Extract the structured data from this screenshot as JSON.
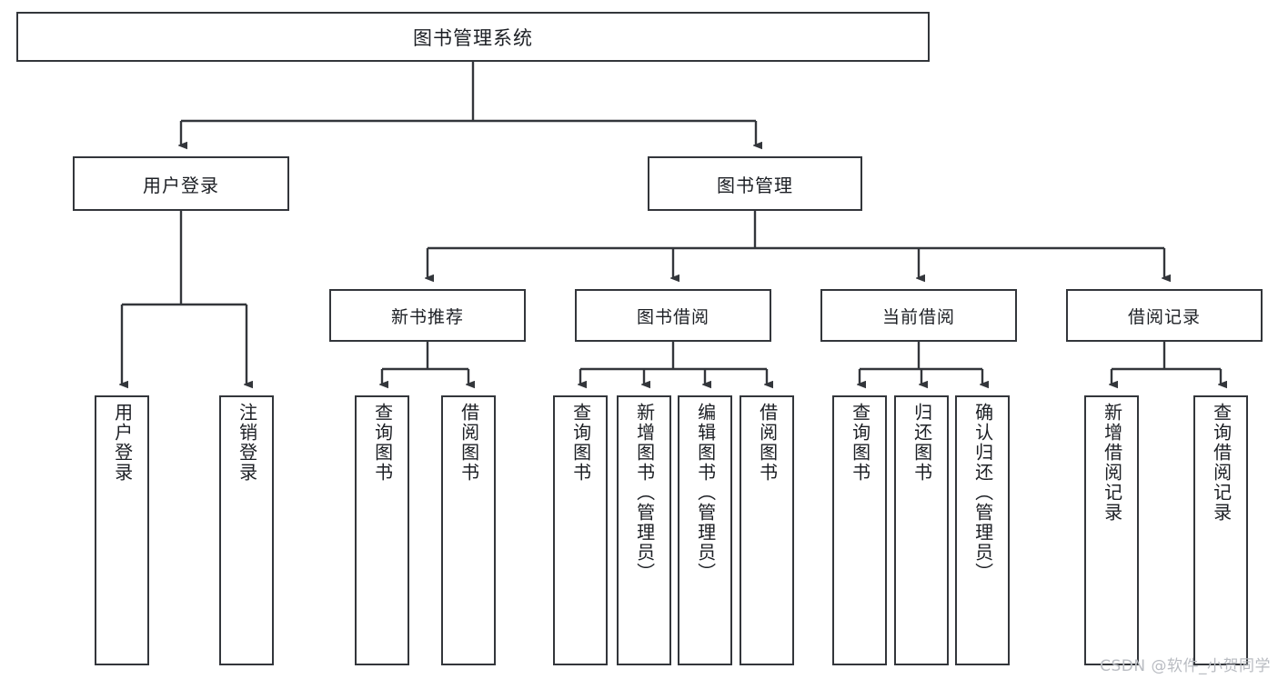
{
  "diagram": {
    "title": "图书管理系统",
    "watermark": "CSDN @软件_小贺同学",
    "root": {
      "label": "图书管理系统"
    },
    "level2": [
      {
        "label": "用户登录"
      },
      {
        "label": "图书管理"
      }
    ],
    "level3": [
      {
        "label": "新书推荐"
      },
      {
        "label": "图书借阅"
      },
      {
        "label": "当前借阅"
      },
      {
        "label": "借阅记录"
      }
    ],
    "leaves": [
      {
        "label": "用户登录"
      },
      {
        "label": "注销登录"
      },
      {
        "label": "查询图书"
      },
      {
        "label": "借阅图书"
      },
      {
        "label": "查询图书"
      },
      {
        "label": "新增图书（管理员）"
      },
      {
        "label": "编辑图书（管理员）"
      },
      {
        "label": "借阅图书"
      },
      {
        "label": "查询图书"
      },
      {
        "label": "归还图书"
      },
      {
        "label": "确认归还（管理员）"
      },
      {
        "label": "新增借阅记录"
      },
      {
        "label": "查询借阅记录"
      }
    ],
    "colors": {
      "border": "#33363b",
      "text": "#1c1f24",
      "background": "#ffffff",
      "watermark": "#b9bcc2"
    }
  }
}
